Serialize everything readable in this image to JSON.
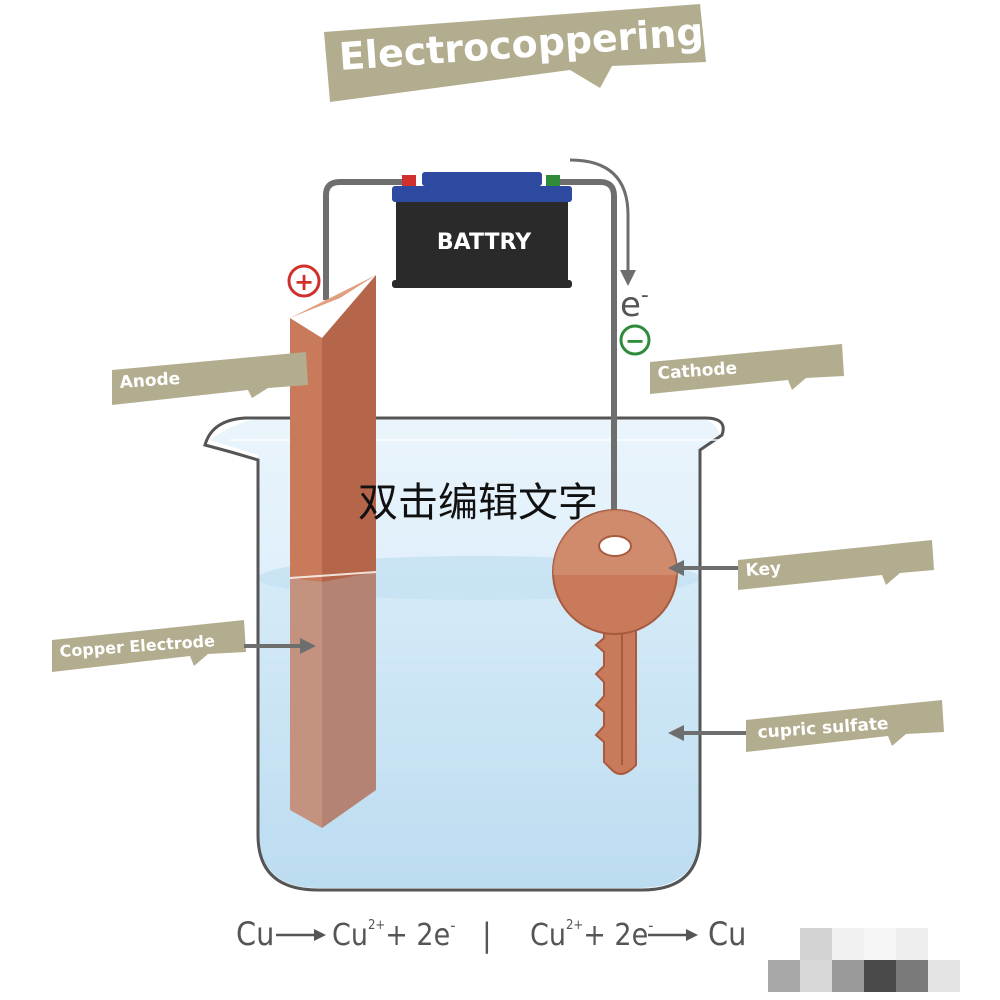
{
  "title": "Electrocoppering",
  "battery_label": "BATTRY",
  "electron_label": "e",
  "electron_sup": "-",
  "plus_sign": "+",
  "minus_sign": "−",
  "watermark_text": "双击编辑文字",
  "labels": {
    "anode": "Anode",
    "cathode": "Cathode",
    "key": "Key",
    "copper_electrode": "Copper Electrode",
    "cupric_sulfate": "cupric sulfate"
  },
  "equations": {
    "anode_left": "Cu",
    "anode_right": "Cu",
    "anode_charge": "2+",
    "anode_electrons": "+ 2e",
    "anode_electron_sup": "-",
    "separator": "|",
    "cathode_left": "Cu",
    "cathode_charge": "2+",
    "cathode_electrons": "+ 2e",
    "cathode_electron_sup": "-",
    "cathode_right": "Cu"
  },
  "colors": {
    "label_bg": "#b3ad8f",
    "copper": "#c97a5a",
    "copper_dark": "#a85a3e",
    "wire": "#6e6e6e",
    "battery_body": "#2a2a2a",
    "battery_top": "#2d4aa0",
    "terminal_positive": "#d0312d",
    "terminal_negative": "#2e8b3a",
    "solution": "#cfe6f5",
    "beaker_outline": "#555555"
  }
}
